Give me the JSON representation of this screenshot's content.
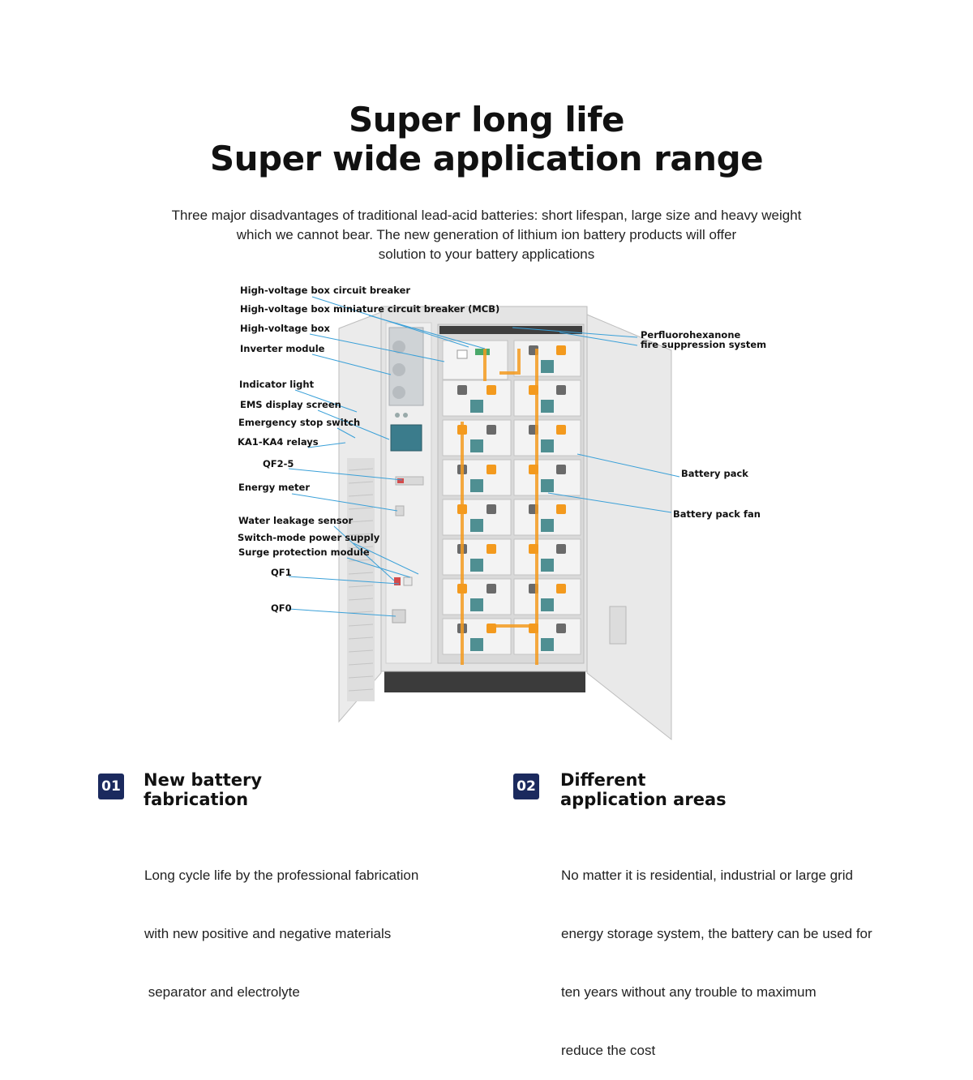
{
  "heading": {
    "line1": "Super long life",
    "line2": "Super wide application range"
  },
  "intro": {
    "line1": "Three major disadvantages of traditional lead-acid batteries: short lifespan, large size and heavy weight",
    "line2": "which we cannot bear. The new generation of lithium ion battery products will offer",
    "line3": "solution to your battery applications"
  },
  "diagram": {
    "labels_left": [
      "High-voltage box circuit breaker",
      "High-voltage box miniature circuit breaker (MCB)",
      "High-voltage box",
      "Inverter module",
      "Indicator light",
      "EMS display screen",
      "Emergency stop switch",
      "KA1-KA4 relays",
      "QF2-5",
      "Energy meter",
      "Water leakage sensor",
      "Switch-mode power supply",
      "Surge protection module",
      "QF1",
      "QF0"
    ],
    "labels_right": [
      "Perfluorohexanone",
      "fire suppression system",
      "Battery pack",
      "Battery pack fan"
    ],
    "colors": {
      "leader_line": "#3aa0d8",
      "cabinet": "#e6e6e6",
      "cable": "#f39a1e",
      "fan": "#4f8f92"
    }
  },
  "features": [
    {
      "number": "01",
      "title_line1": "New battery",
      "title_line2": "fabrication",
      "text_line1": "Long cycle life by the professional fabrication",
      "text_line2": "with new positive and negative materials",
      "text_line3": " separator and electrolyte",
      "text_line4": ""
    },
    {
      "number": "02",
      "title_line1": "Different",
      "title_line2": "application areas",
      "text_line1": "No matter it is residential, industrial or large grid",
      "text_line2": "energy storage system, the battery can be used for",
      "text_line3": "ten years without any trouble to maximum",
      "text_line4": "reduce the cost"
    }
  ],
  "theme": {
    "badge": "#1b2a5e"
  }
}
